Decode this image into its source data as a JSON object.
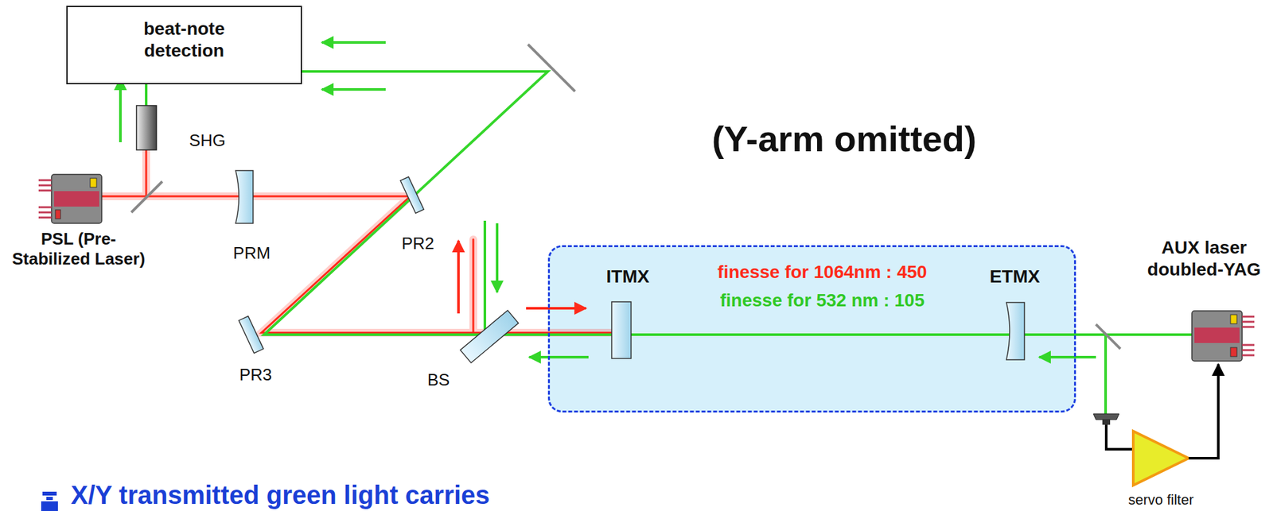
{
  "diagram": {
    "nodes": [
      {
        "text": [
          "beat-note detection"
        ]
      },
      {
        "text": [
          "finesse for 1064nm : 450",
          "finesse for 532 nm : 105"
        ]
      }
    ],
    "labels": [
      "SHG",
      "PSL (Pre-Stabilized Laser)",
      "PRM",
      "PR2",
      "PR3",
      "BS",
      "(Y-arm omitted)",
      "ITMX",
      "ETMX",
      "AUX laser doubled-YAG",
      "servo filter",
      "X/Y transmitted green light carries"
    ]
  }
}
